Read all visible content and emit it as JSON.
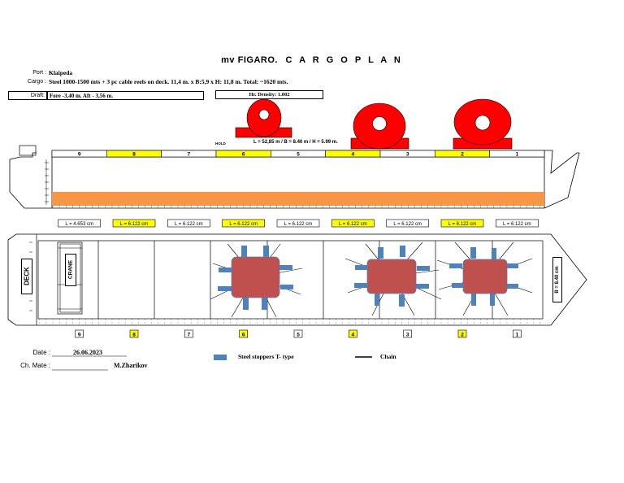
{
  "header": {
    "ship": "mv FIGARO.",
    "plan_title": "C A R G O   P L A N",
    "port_label": "Port :",
    "port_value": "Klaipeda",
    "cargo_label": "Cargo :",
    "cargo_value": "Steel 1000-1500 mts + 3 pc cable reels on deck. 11,4 m. x B:5,9 x H: 11,8 m. Total: ~1620 mts.",
    "draft_label": "Draft:",
    "draft_value": "Fore -3,40 m.    Aft - 3,56   m.",
    "density_value": "Hr. Density: 1.002"
  },
  "profile": {
    "hold_label": "HOLD",
    "hold_dims": "L = 52,85 m / B = 8.40 m / H = 5.99 m."
  },
  "holds": [
    {
      "num": "9",
      "length": "L = 4.653 cm",
      "highlight": false
    },
    {
      "num": "8",
      "length": "L = 6.122 cm",
      "highlight": true
    },
    {
      "num": "7",
      "length": "L = 6.122 cm",
      "highlight": false
    },
    {
      "num": "6",
      "length": "L = 6.122 cm",
      "highlight": true
    },
    {
      "num": "5",
      "length": "L = 6.122 cm",
      "highlight": false
    },
    {
      "num": "4",
      "length": "L = 6.122 cm",
      "highlight": true
    },
    {
      "num": "3",
      "length": "L = 6.122 cm",
      "highlight": false
    },
    {
      "num": "2",
      "length": "L = 6.122 cm",
      "highlight": true
    },
    {
      "num": "1",
      "length": "L = 6.122 cm",
      "highlight": false
    }
  ],
  "plan": {
    "deck_label": "DECK",
    "crane_label": "CRANE",
    "beam_label": "B = 8.40 cm"
  },
  "legend": {
    "stoppers": "Steel stoppers  T- type",
    "chain": "Chain"
  },
  "footer": {
    "date_label": "Date :",
    "date_value": "26.06.2023",
    "mate_label": "Ch. Mate :",
    "mate_value": "M.Zharikov"
  },
  "colors": {
    "reel": "#ff0000",
    "cargo": "#c0504d",
    "stopper": "#4f81bd",
    "deck_cargo": "#f79646",
    "highlight": "#ffff00"
  }
}
